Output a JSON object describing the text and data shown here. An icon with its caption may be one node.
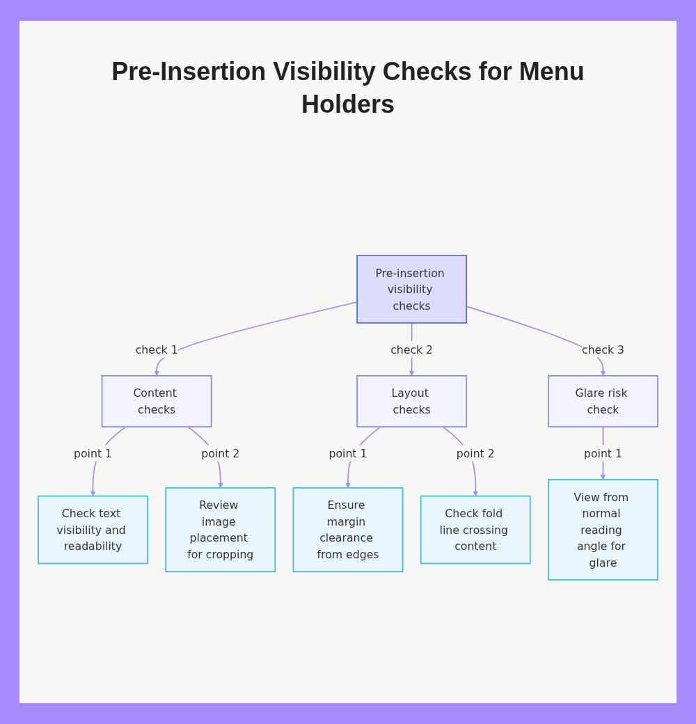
{
  "diagram": {
    "title": "Pre-Insertion Visibility Checks for Menu Holders",
    "nodes": [
      {
        "text": [
          "Pre-insertion visibility checks"
        ]
      },
      {
        "text": [
          "Content checks"
        ]
      },
      {
        "text": [
          "Layout checks"
        ]
      },
      {
        "text": [
          "Glare risk check"
        ]
      },
      {
        "text": [
          "Check text visibility and readability"
        ]
      },
      {
        "text": [
          "Review image placement for cropping"
        ]
      },
      {
        "text": [
          "Ensure margin clearance from edges"
        ]
      },
      {
        "text": [
          "Check fold line crossing content"
        ]
      },
      {
        "text": [
          "View from normal reading angle for glare"
        ]
      }
    ],
    "edges": [
      {
        "from": 0,
        "to": 1,
        "arrow": "to",
        "label": "check 1"
      },
      {
        "from": 0,
        "to": 2,
        "arrow": "to",
        "label": "check 2"
      },
      {
        "from": 0,
        "to": 3,
        "arrow": "to",
        "label": "check 3"
      },
      {
        "from": 1,
        "to": 4,
        "arrow": "to",
        "label": "point 1"
      },
      {
        "from": 1,
        "to": 5,
        "arrow": "to",
        "label": "point 2"
      },
      {
        "from": 2,
        "to": 6,
        "arrow": "to",
        "label": "point 1"
      },
      {
        "from": 2,
        "to": 7,
        "arrow": "to",
        "label": "point 2"
      },
      {
        "from": 3,
        "to": 8,
        "arrow": "to",
        "label": "point 1"
      }
    ]
  }
}
